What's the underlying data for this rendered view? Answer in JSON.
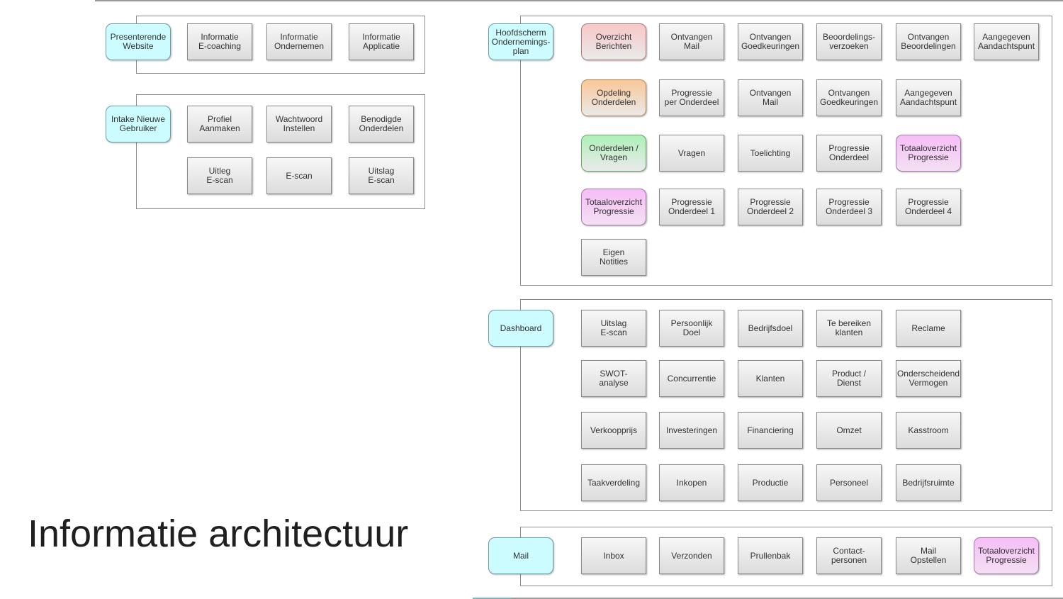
{
  "title": "Informatie architectuur",
  "groups": {
    "presenterende": {
      "root": "Presenterende\nWebsite",
      "items": [
        "Informatie\nE-coaching",
        "Informatie\nOndernemen",
        "Informatie\nApplicatie"
      ]
    },
    "intake": {
      "root": "Intake Nieuwe\nGebruiker",
      "items": [
        "Profiel\nAanmaken",
        "Wachtwoord\nInstellen",
        "Benodigde\nOnderdelen",
        "Uitleg\nE-scan",
        "E-scan",
        "Uitslag\nE-scan"
      ]
    },
    "hoofdscherm": {
      "root": "Hoofdscherm\nOndernemings-\nplan",
      "rows": [
        [
          "Overzicht\nBerichten",
          "Ontvangen\nMail",
          "Ontvangen\nGoedkeuringen",
          "Beoordelings-\nverzoeken",
          "Ontvangen\nBeoordelingen",
          "Aangegeven\nAandachtspunt"
        ],
        [
          "Opdeling\nOnderdelen",
          "Progressie\nper Onderdeel",
          "Ontvangen\nMail",
          "Ontvangen\nGoedkeuringen",
          "Aangegeven\nAandachtspunt"
        ],
        [
          "Onderdelen /\nVragen",
          "Vragen",
          "Toelichting",
          "Progressie\nOnderdeel",
          "Totaaloverzicht\nProgressie"
        ],
        [
          "Totaaloverzicht\nProgressie",
          "Progressie\nOnderdeel 1",
          "Progressie\nOnderdeel 2",
          "Progressie\nOnderdeel 3",
          "Progressie\nOnderdeel 4"
        ],
        [
          "Eigen\nNotities"
        ]
      ]
    },
    "dashboard": {
      "root": "Dashboard",
      "rows": [
        [
          "Uitslag\nE-scan",
          "Persoonlijk\nDoel",
          "Bedrijfsdoel",
          "Te bereiken\nklanten",
          "Reclame"
        ],
        [
          "SWOT-\nanalyse",
          "Concurrentie",
          "Klanten",
          "Product /\nDienst",
          "Onderscheidend\nVermogen"
        ],
        [
          "Verkoopprijs",
          "Investeringen",
          "Financiering",
          "Omzet",
          "Kasstroom"
        ],
        [
          "Taakverdeling",
          "Inkopen",
          "Productie",
          "Personeel",
          "Bedrijfsruimte"
        ]
      ]
    },
    "mail": {
      "root": "Mail",
      "items": [
        "Inbox",
        "Verzonden",
        "Prullenbak",
        "Contact-\npersonen",
        "Mail\nOpstellen",
        "Totaaloverzicht\nProgressie"
      ]
    }
  },
  "colors": {
    "root_fill": "#ccfcff",
    "red_fill": "#f8c6c6",
    "orange_fill": "#f9c796",
    "green_fill": "#aef0b8",
    "pink_fill": "#f6bdf6"
  }
}
